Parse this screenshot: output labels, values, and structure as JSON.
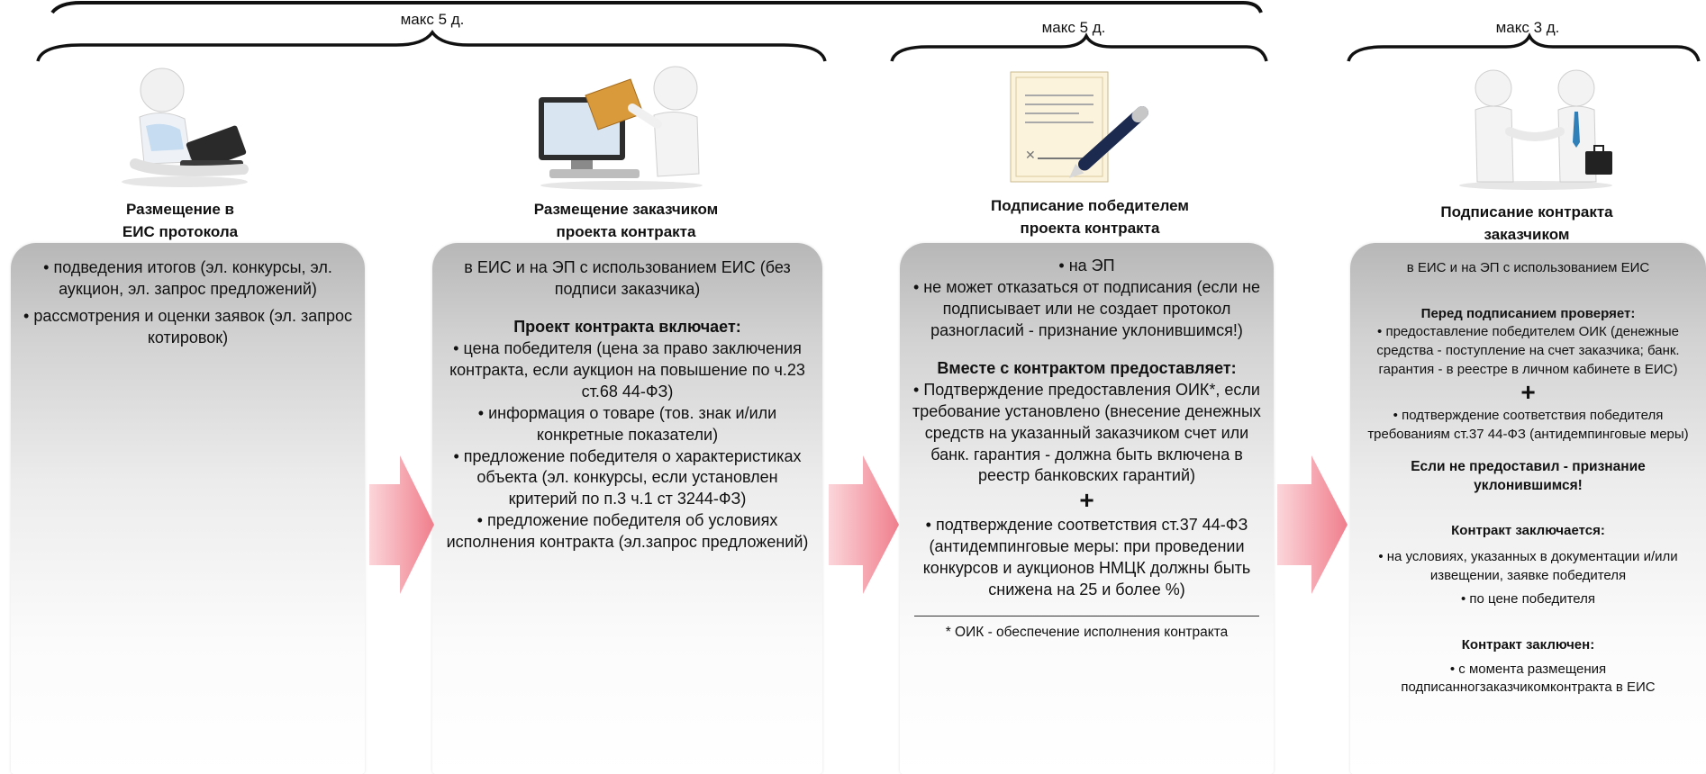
{
  "braces": [
    {
      "label": "макс 5 д."
    },
    {
      "label": "макс 5 д."
    },
    {
      "label": "макс 3 д."
    }
  ],
  "steps": [
    {
      "title_lines": [
        "Размещение в",
        "ЕИС протокола"
      ],
      "icon": "person-at-laptop-icon",
      "items": [
        "• подведения итогов (эл. конкурсы, эл. аукцион, эл. запрос предложений)",
        "• рассмотрения и оценки заявок (эл. запрос котировок)"
      ]
    },
    {
      "title_lines": [
        "Размещение заказчиком",
        "проекта контракта"
      ],
      "icon": "person-sending-document-icon",
      "intro": "в ЕИС и на ЭП с использованием ЕИС (без подписи заказчика)",
      "heading": "Проект контракта включает:",
      "items": [
        "• цена победителя (цена за право заключения контракта, если аукцион на повышение по ч.23 ст.68 44-ФЗ)",
        "• информация о товаре (тов. знак и/или конкретные показатели)",
        "• предложение победителя о характеристиках объекта (эл. конкурсы, если установлен критерий по п.3 ч.1 ст 3244-ФЗ)",
        "• предложение победителя об условиях исполнения контракта (эл.запрос предложений)"
      ]
    },
    {
      "title_lines": [
        "Подписание победителем",
        "проекта контракта"
      ],
      "icon": "signed-document-pen-icon",
      "items": [
        "• на ЭП",
        "• не может отказаться от подписания (если не подписывает или не создает протокол разногласий - признание уклонившимся!)"
      ],
      "heading": "Вместе с контрактом предоставляет:",
      "items2": [
        "• Подтверждение предоставления ОИК*, если требование установлено (внесение денежных средств на указанный заказчиком счет или банк. гарантия - должна быть включена в реестр банковских гарантий)"
      ],
      "plus": "+",
      "items3": [
        "• подтверждение соответствия ст.37 44-ФЗ (антидемпинговые меры: при проведении конкурсов и аукционов НМЦК должны быть снижена на 25 и более %)"
      ],
      "footnote": "* ОИК - обеспечение исполнения контракта"
    },
    {
      "title_lines": [
        "Подписание контракта",
        "заказчиком"
      ],
      "icon": "handshake-icon",
      "intro": "в ЕИС и на ЭП с использованием ЕИС",
      "heading": "Перед подписанием проверяет:",
      "items": [
        "• предоставление победителем ОИК (денежные средства - поступление на счет заказчика; банк. гарантия - в реестре в личном кабинете в ЕИС)"
      ],
      "plus": "+",
      "items2": [
        "• подтверждение соответствия победителя требованиям ст.37 44-ФЗ (антидемпинговые меры)"
      ],
      "warning": "Если не предоставил - признание уклонившимся!",
      "heading2": "Контракт заключается:",
      "items3": [
        "• на условиях, указанных в документации и/или извещении, заявке победителя",
        "• по цене победителя"
      ],
      "heading3": "Контракт заключен:",
      "items4": [
        "• с момента размещения подписанногзаказчикомконтракта в ЕИС"
      ]
    }
  ],
  "colors": {
    "arrow": "#f2929c",
    "panel_top": "#b7b7b7",
    "panel_bottom": "#ffffff"
  }
}
